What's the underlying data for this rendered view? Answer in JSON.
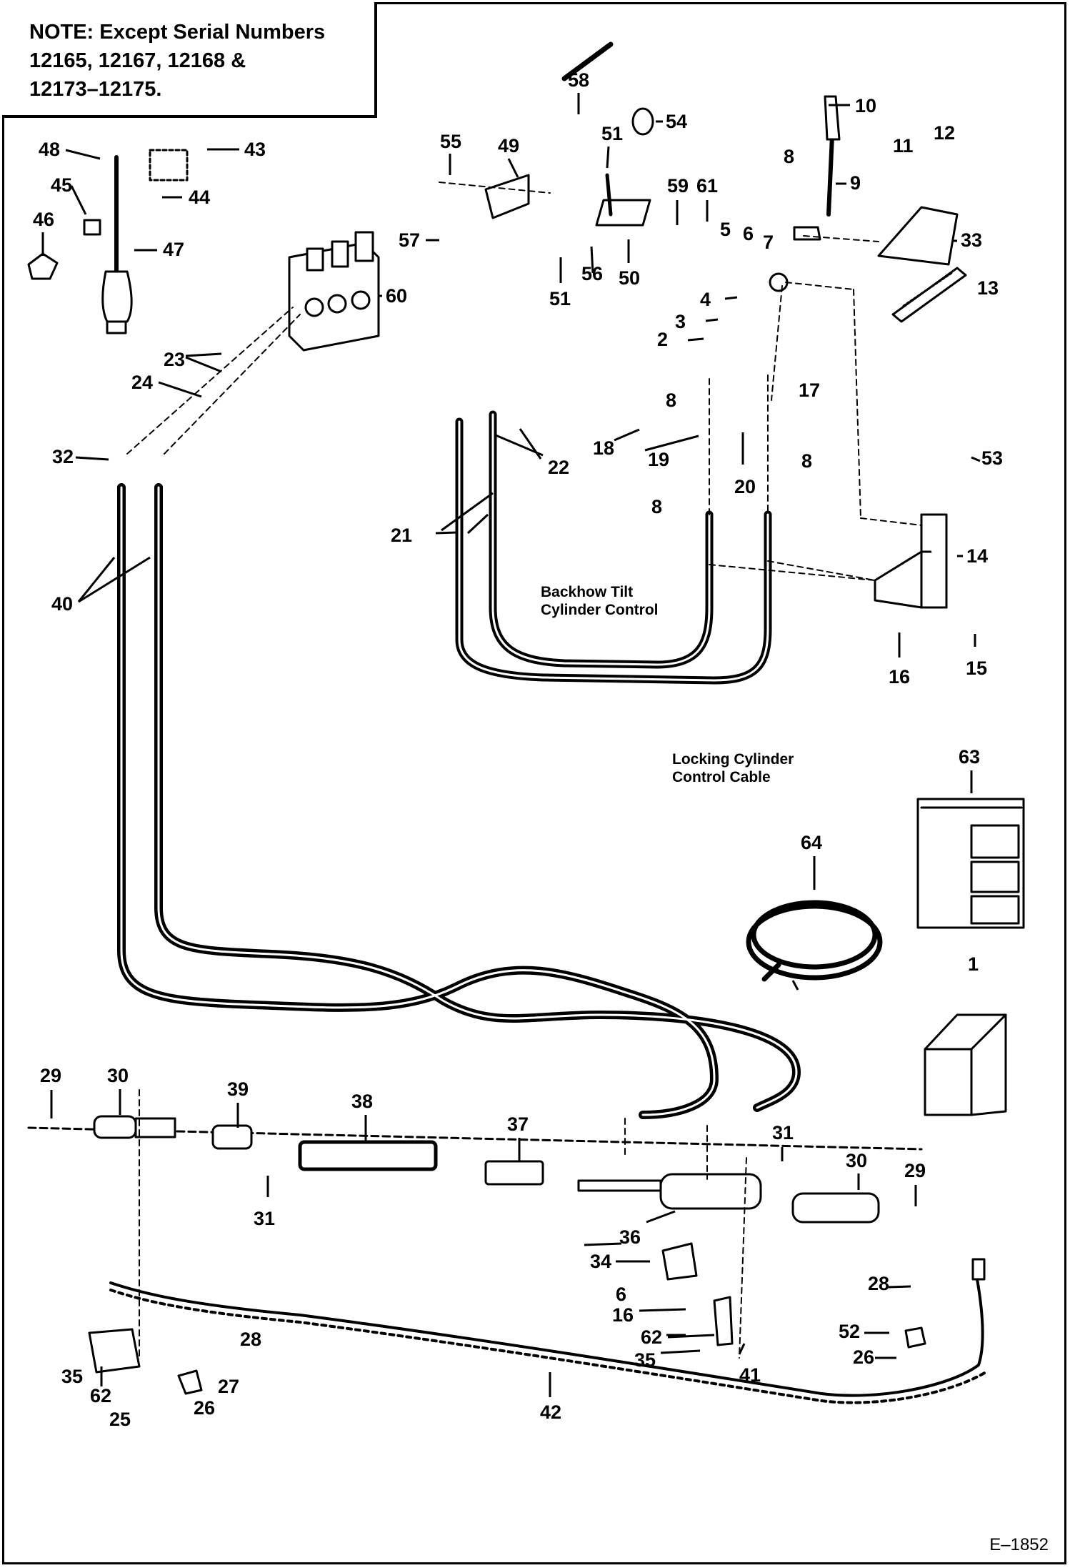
{
  "note": {
    "line1": "NOTE: Except Serial Numbers",
    "line2": "12165, 12167, 12168 &",
    "line3": "12173–12175."
  },
  "callouts": {
    "backhoe_tilt_line1": "Backhow Tilt",
    "backhoe_tilt_line2": "Cylinder Control",
    "locking_line1": "Locking Cylinder",
    "locking_line2": "Control Cable"
  },
  "document_code": "E–1852",
  "part_labels": [
    "1",
    "2",
    "3",
    "4",
    "5",
    "6",
    "6",
    "7",
    "8",
    "8",
    "8",
    "8",
    "9",
    "10",
    "11",
    "12",
    "13",
    "14",
    "15",
    "16",
    "16",
    "17",
    "18",
    "19",
    "20",
    "21",
    "22",
    "23",
    "24",
    "25",
    "26",
    "26",
    "27",
    "28",
    "28",
    "29",
    "29",
    "30",
    "30",
    "31",
    "31",
    "32",
    "33",
    "34",
    "35",
    "35",
    "36",
    "37",
    "38",
    "39",
    "40",
    "41",
    "42",
    "43",
    "44",
    "45",
    "46",
    "47",
    "48",
    "49",
    "50",
    "51",
    "51",
    "52",
    "53",
    "54",
    "55",
    "56",
    "57",
    "58",
    "59",
    "60",
    "61",
    "62",
    "62",
    "63",
    "64"
  ]
}
